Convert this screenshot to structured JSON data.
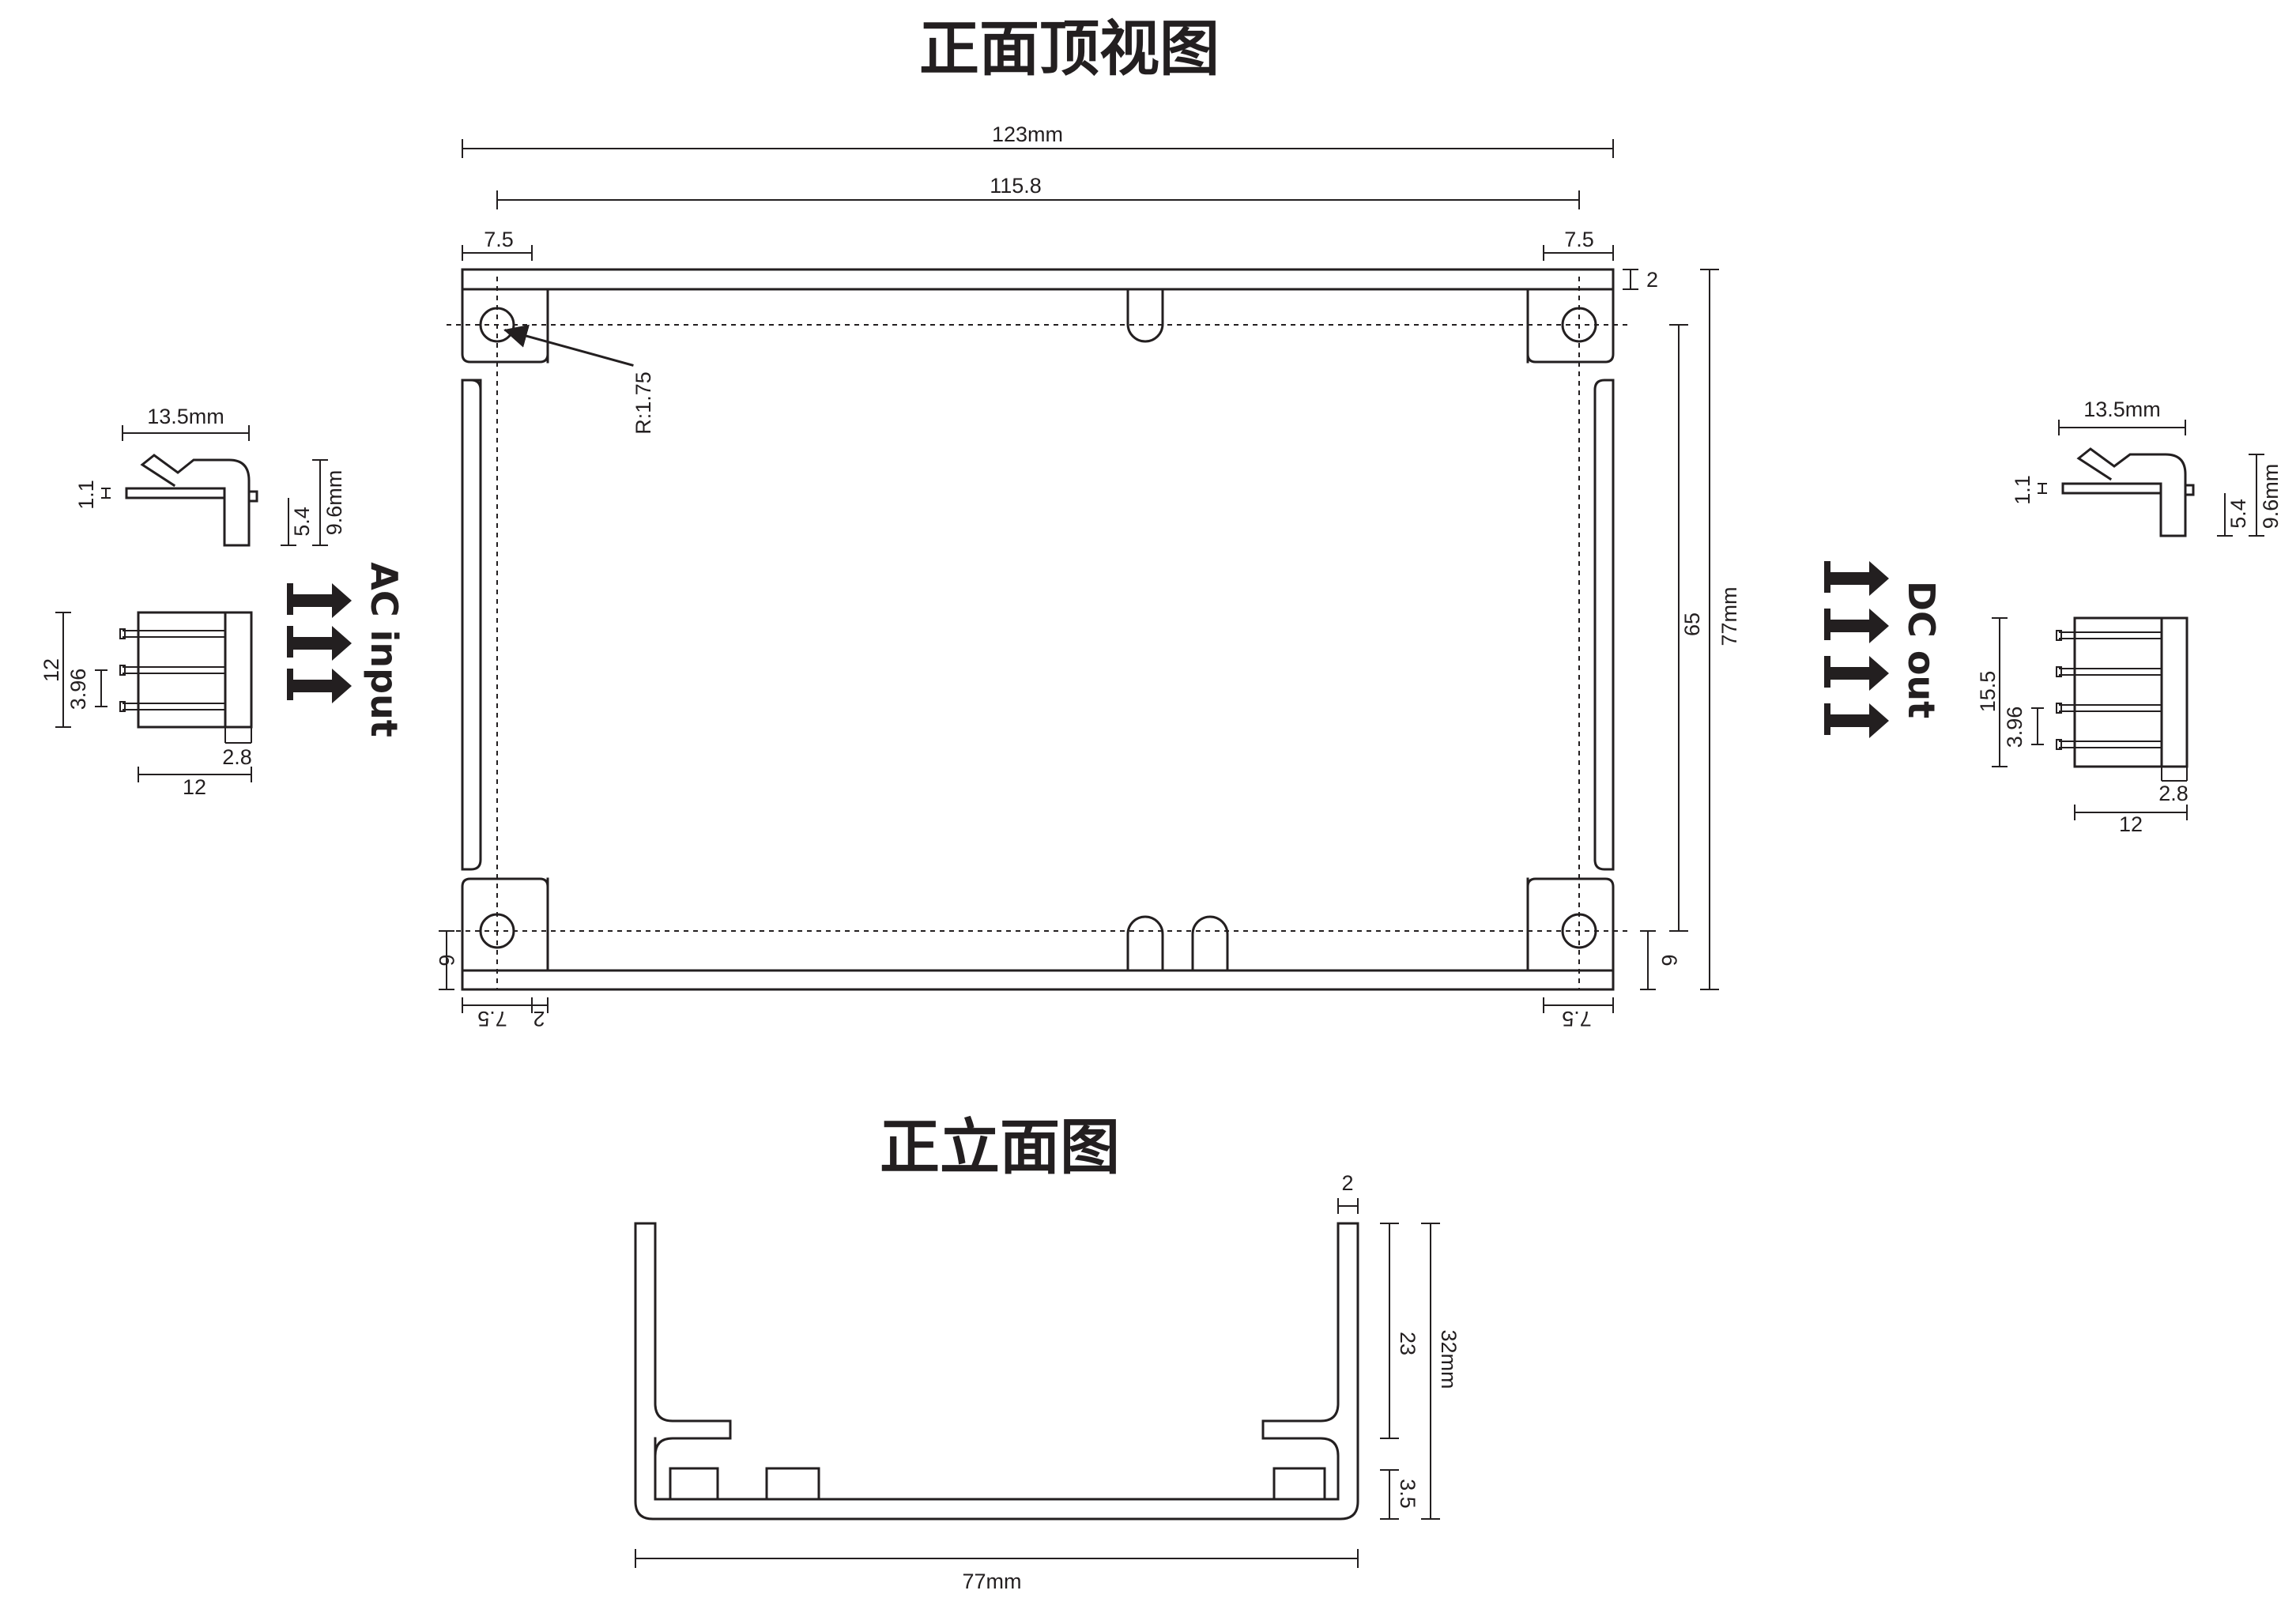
{
  "titles": {
    "top_view": "正面顶视图",
    "front_view": "正立面图"
  },
  "labels": {
    "ac_input": "AC input",
    "dc_out": "DC out"
  },
  "top_view_dims": {
    "overall_width": "123mm",
    "hole_spacing": "115.8",
    "left_offset": "7.5",
    "right_offset": "7.5",
    "wall_thickness": "2",
    "radius": "R:1.75",
    "hole_vertical_spacing": "65",
    "overall_height": "77mm",
    "bottom_left_offset": "6",
    "bottom_right_offset": "6",
    "bottom_left_x": "7.5",
    "bottom_wall": "2",
    "bottom_right_x": "7.5"
  },
  "ac_connector": {
    "width": "13.5mm",
    "pin_thickness": "1.1",
    "body_height": "5.4",
    "total_height": "9.6mm",
    "pin_span": "12",
    "pitch": "3.96",
    "edge": "2.8",
    "depth": "12"
  },
  "dc_connector": {
    "width": "13.5mm",
    "pin_thickness": "1.1",
    "body_height": "5.4",
    "total_height": "9.6mm",
    "pin_span": "15.5",
    "pitch": "3.96",
    "edge": "2.8",
    "depth": "12"
  },
  "front_view_dims": {
    "wall": "2",
    "inner_height": "23",
    "total_height": "32mm",
    "base": "3.5",
    "width": "77mm"
  }
}
